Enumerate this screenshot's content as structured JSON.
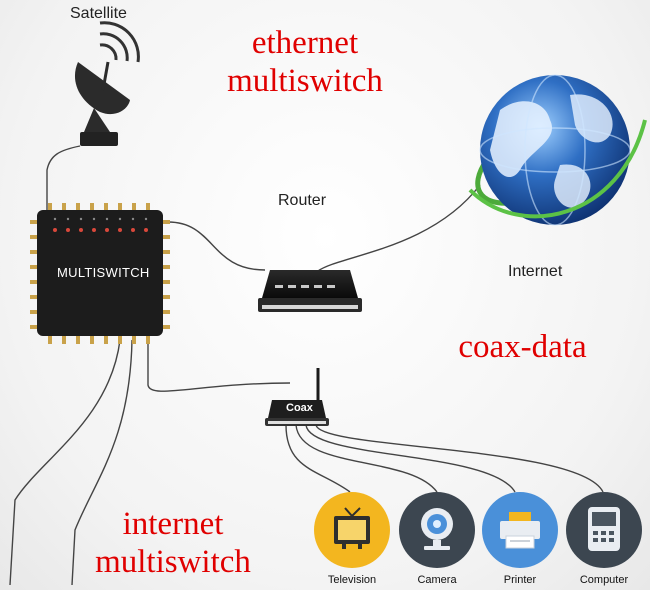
{
  "labels": {
    "satellite": "Satellite",
    "router": "Router",
    "internet": "Internet",
    "multiswitch": "MULTISWITCH",
    "coax": "Coax"
  },
  "annotations": {
    "ethernet_line1": "ethernet",
    "ethernet_line2": "multiswitch",
    "coax_data": "coax-data",
    "internet_line1": "internet",
    "internet_line2": "multiswitch"
  },
  "devices": {
    "television": "Television",
    "camera": "Camera",
    "printer": "Printer",
    "computer": "Computer"
  },
  "colors": {
    "annotation": "#e00000",
    "multiswitch_body": "#1c1c1c",
    "television_circle": "#f3b61f",
    "camera_circle": "#3c4650",
    "printer_circle": "#4a90d9",
    "computer_circle": "#3c4650"
  }
}
